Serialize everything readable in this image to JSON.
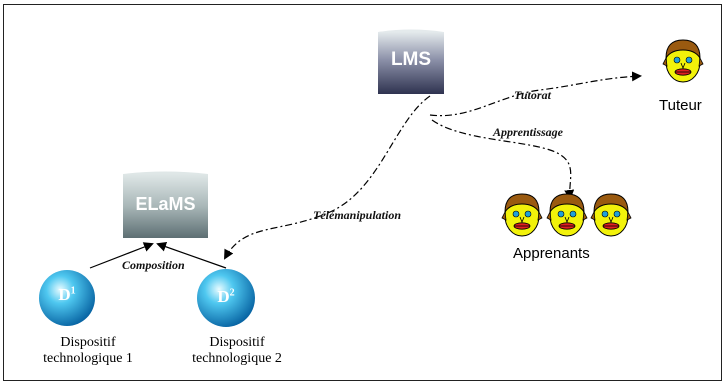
{
  "nodes": {
    "lms": "LMS",
    "elams": "ELaMS",
    "device1": {
      "base": "D",
      "sup": "1",
      "line1": "Dispositif",
      "line2": "technologique 1"
    },
    "device2": {
      "base": "D",
      "sup": "2",
      "line1": "Dispositif",
      "line2": "technologique 2"
    },
    "tutor": "Tuteur",
    "learners": "Apprenants"
  },
  "edges": {
    "tutoring": "Tutorat",
    "learning": "Apprentissage",
    "telemanipulation": "Télémanipulation",
    "composition": "Composition"
  },
  "colors": {
    "box_light": "#d8e0e0",
    "box_dark": "#3a3f5c",
    "sphere_light": "#c8f4ff",
    "sphere_dark": "#0a78b8",
    "face": "#f2f20a",
    "hair": "#9a5a10",
    "lips": "#e02020",
    "eyes": "#20a0d8"
  }
}
